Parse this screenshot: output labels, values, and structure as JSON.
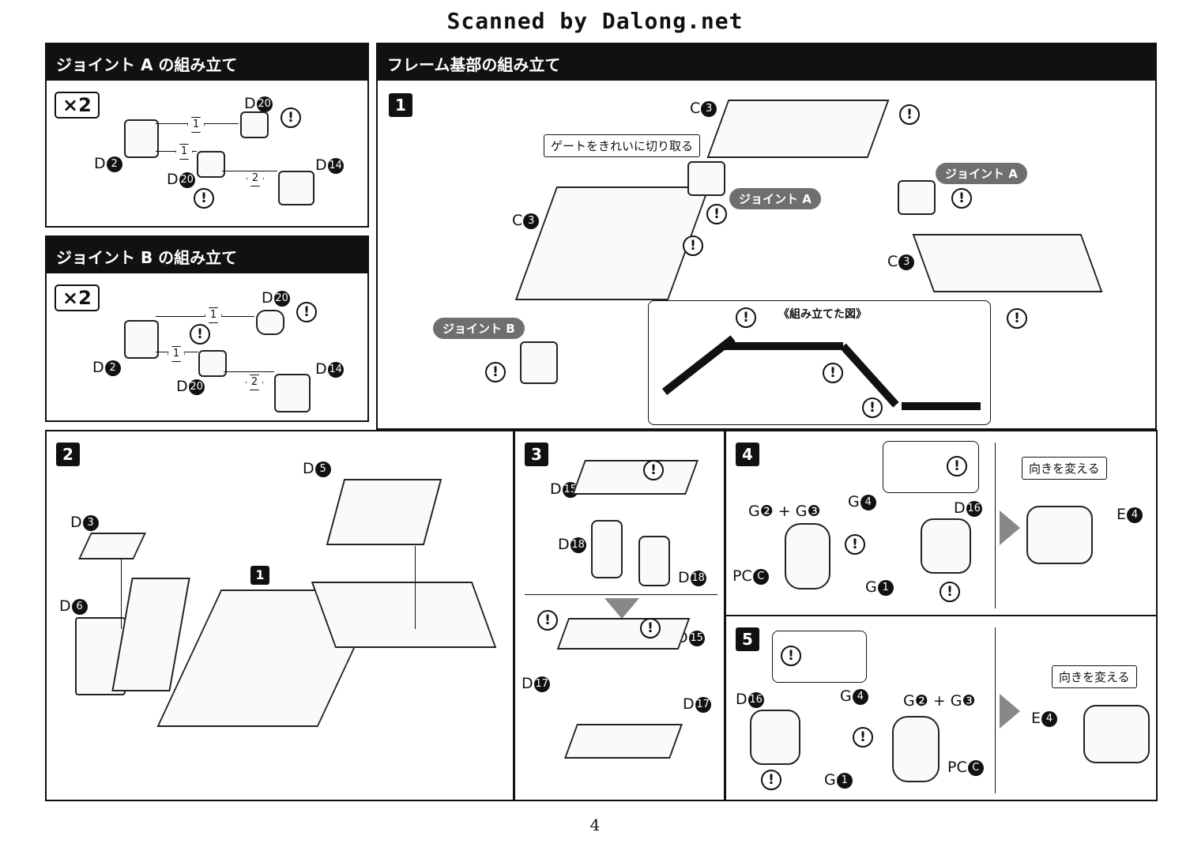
{
  "scanner": "Scanned by Dalong.net",
  "joint_a": {
    "title": "ジョイント A の組み立て",
    "mult": "×2",
    "parts": {
      "d2": "D",
      "d2n": "2",
      "d20a": "D",
      "d20an": "20",
      "d20b": "D",
      "d20bn": "20",
      "d14": "D",
      "d14n": "14"
    },
    "steps": [
      "1",
      "1",
      "2"
    ]
  },
  "joint_b": {
    "title": "ジョイント B の組み立て",
    "mult": "×2",
    "parts": {
      "d2": "D",
      "d2n": "2",
      "d20a": "D",
      "d20an": "20",
      "d20b": "D",
      "d20bn": "20",
      "d14": "D",
      "d14n": "14"
    },
    "steps": [
      "1",
      "1",
      "2"
    ]
  },
  "frame": {
    "title": "フレーム基部の組み立て",
    "step": "1",
    "gate_note": "ゲートをきれいに切り取る",
    "joint_a_label": "ジョイント A",
    "joint_a_label2": "ジョイント A",
    "joint_b_label": "ジョイント B",
    "c3a": "C",
    "c3an": "3",
    "c3b": "C",
    "c3bn": "3",
    "c3c": "C",
    "c3cn": "3",
    "assembled_title": "《組み立てた図》"
  },
  "step2": {
    "num": "2",
    "d3": "D",
    "d3n": "3",
    "d5": "D",
    "d5n": "5",
    "d6": "D",
    "d6n": "6",
    "sub": "1"
  },
  "step3": {
    "num": "3",
    "d15": "D",
    "d15n": "15",
    "d18a": "D",
    "d18an": "18",
    "d18b": "D",
    "d18bn": "18",
    "d15b": "D",
    "d15bn": "15",
    "d17a": "D",
    "d17an": "17",
    "d17b": "D",
    "d17bn": "17"
  },
  "step4": {
    "num": "4",
    "g2g3": "G❷ + G❸",
    "g4": "G",
    "g4n": "4",
    "d16": "D",
    "d16n": "16",
    "pcc": "PC",
    "pccn": "C",
    "g1": "G",
    "g1n": "1",
    "turn": "向きを変える",
    "e4": "E",
    "e4n": "4"
  },
  "step5": {
    "num": "5",
    "g2g3": "G❷ + G❸",
    "g4": "G",
    "g4n": "4",
    "d16": "D",
    "d16n": "16",
    "pcc": "PC",
    "pccn": "C",
    "g1": "G",
    "g1n": "1",
    "turn": "向きを変える",
    "e4": "E",
    "e4n": "4"
  },
  "page": "4",
  "warn_glyph": "!"
}
